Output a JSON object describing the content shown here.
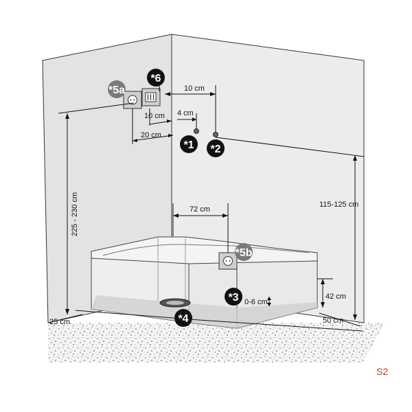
{
  "markers": {
    "m1": "*1",
    "m2": "*2",
    "m3": "*3",
    "m4": "*4",
    "m5a": "*5a",
    "m5b": "*5b",
    "m6": "*6"
  },
  "dimensions": {
    "d_10cm_top": "10 cm",
    "d_10cm_mid": "10 cm",
    "d_4cm": "4 cm",
    "d_20cm": "20 cm",
    "d_72cm": "72 cm",
    "d_height_left": "225 - 230 cm",
    "d_height_right": "115-125 cm",
    "d_42cm": "42 cm",
    "d_0_6cm": "0-6 cm",
    "d_25cm": "25 cm",
    "d_50cm": "50 cm"
  },
  "tag": "S2",
  "colors": {
    "wall_left": "#e2e2e2",
    "wall_right": "#ececec",
    "floor": "#f2f2f2",
    "tub": "#ededed",
    "marker": "#111111",
    "marker_light": "#7a7a7a",
    "tag": "#c0392b"
  }
}
